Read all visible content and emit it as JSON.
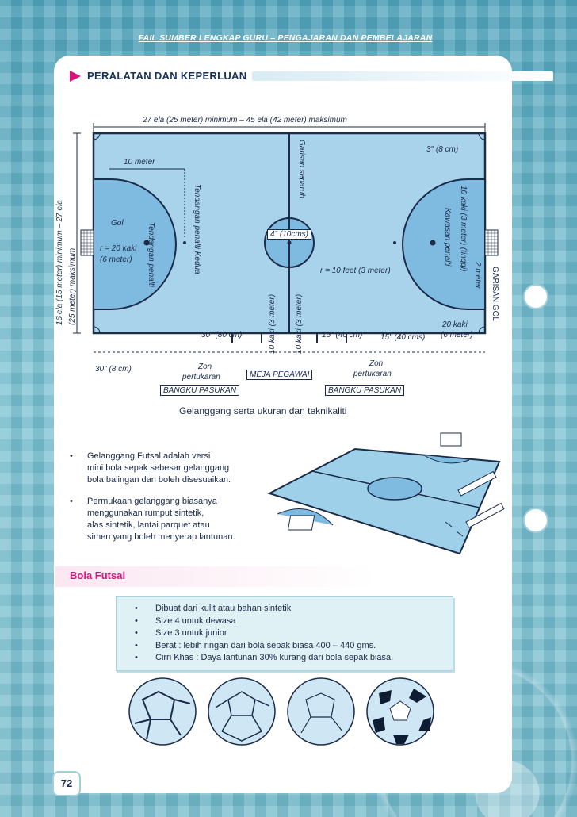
{
  "header": "FAIL SUMBER LENGKAP GURU – PENGAJARAN DAN PEMBELAJARAN",
  "section_title": "PERALATAN DAN KEPERLUAN",
  "court_labels": {
    "length": "27 ela (25 meter) minimum – 45 ela (42 meter) maksimum",
    "width_1": "16 ela (15 meter) minimum – 27 ela",
    "width_2": "(25 meter) maksimum",
    "ten_meter": "10 meter",
    "gol": "Gol",
    "r20_1": "r = 20 kaki",
    "r20_2": "(6 meter)",
    "penalti": "Tendangan penalti",
    "penalti_kedua": "Tendangan penalti Kedua",
    "garisan_separuh": "Garisan separuh",
    "centre_spot": "4\" (10cms)",
    "r10": "r = 10 feet (3 meter)",
    "corner_3in": "3\" (8 cm)",
    "goal_dims": "10 kaki (3 meter)  (tinggi)",
    "kawasan_penalti": "Kawasan penalti",
    "two_meter": "2 meter",
    "garisan_gol": "GARISAN GOL",
    "ten_kaki_1": "10 kaki (3 meter)",
    "ten_kaki_2": "10 kaki (3 meter)",
    "thirty_in": "30\" (80 cm)",
    "fifteen_1": "15\" (40 cm)",
    "fifteen_2": "15\" (40 cms)",
    "twenty_kaki_1": "20 kaki",
    "twenty_kaki_2": "(6 meter)",
    "thirty_in_8": "30\" (8 cm)",
    "zon_left_1": "Zon",
    "zon_left_2": "pertukaran",
    "zon_right_1": "Zon",
    "zon_right_2": "pertukaran",
    "meja": "MEJA PEGAWAI",
    "bangku_left": "BANGKU PASUKAN",
    "bangku_right": "BANGKU PASUKAN"
  },
  "caption": "Gelanggang serta ukuran dan teknikaliti",
  "bullets": [
    "Gelanggang Futsal adalah versi mini bola sepak sebesar gelanggang bola balingan dan boleh disesuaikan.",
    "Permukaan gelanggang biasanya menggunakan rumput sintetik, alas sintetik, lantai parquet atau simen yang boleh menyerap lantunan."
  ],
  "bullet_lines": [
    [
      "Gelanggang Futsal adalah versi",
      "mini bola sepak sebesar gelanggang",
      "bola balingan dan boleh disesuaikan."
    ],
    [
      "Permukaan gelanggang biasanya",
      "menggunakan rumput sintetik,",
      "alas sintetik, lantai parquet atau",
      "simen yang boleh menyerap lantunan."
    ]
  ],
  "bola_title": "Bola Futsal",
  "bola_items": [
    "Dibuat dari kulit atau bahan sintetik",
    "Size 4 untuk dewasa",
    "Size 3 untuk junior",
    "Berat : lebih ringan dari bola sepak biasa 400 – 440 gms.",
    "Cirri Khas : Daya lantunan 30% kurang dari bola sepak biasa."
  ],
  "page_number": "72",
  "colors": {
    "court": "#a9d3ea",
    "accent": "#d7147c",
    "navy": "#16325c"
  }
}
